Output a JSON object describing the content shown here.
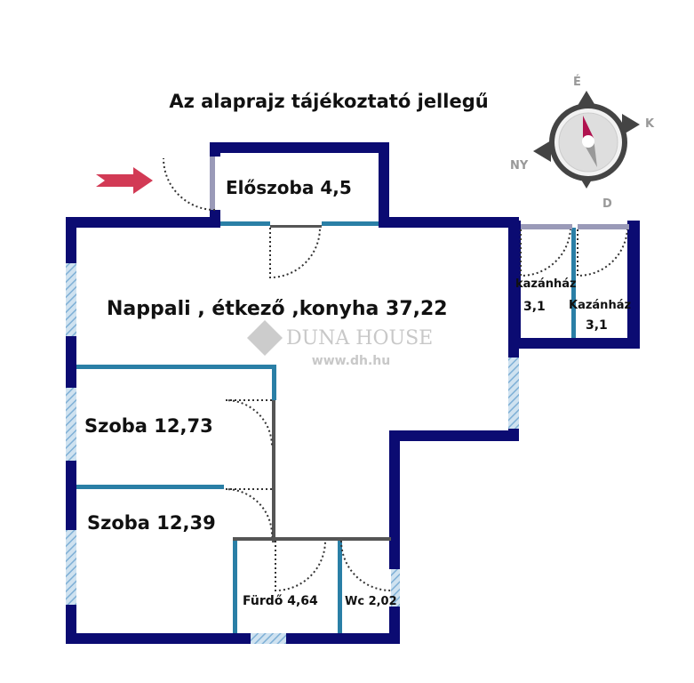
{
  "title": "Az alaprajz tájékoztató jellegű",
  "compass": {
    "north": "É",
    "east": "K",
    "south": "D",
    "west": "NY",
    "needle_color": "#b0124f"
  },
  "rooms": [
    {
      "name": "Előszoba 4,5"
    },
    {
      "name": "Nappali , étkező ,konyha 37,22"
    },
    {
      "name": "Szoba 12,73"
    },
    {
      "name": "Szoba 12,39"
    },
    {
      "name": "Fürdő 4,64"
    },
    {
      "name": "Wc 2,02"
    },
    {
      "name": "kazánház",
      "area": "3,1"
    },
    {
      "name": "Kazánház",
      "area": "3,1"
    }
  ],
  "watermark": {
    "brand": "DUNA HOUSE",
    "url": "www.dh.hu"
  },
  "colors": {
    "outer_wall": "#0b0b72",
    "inner_wall": "#2a7fa6",
    "window": "#9ec4e0",
    "entry_arrow": "#d23a55"
  }
}
